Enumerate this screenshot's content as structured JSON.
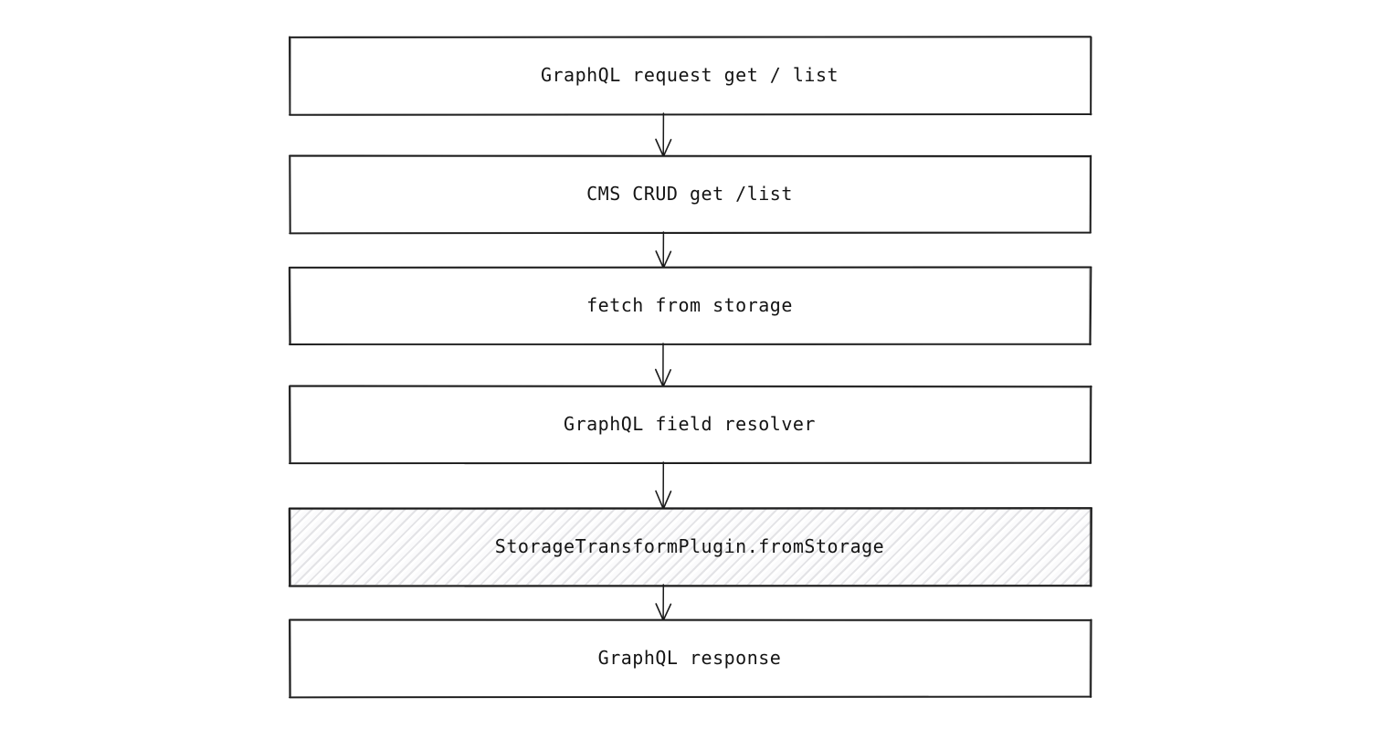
{
  "diagram": {
    "type": "flowchart",
    "direction": "top-down",
    "background_color": "#ffffff",
    "stroke_color": "#1a1a1a",
    "text_color": "#141414",
    "highlight_fill": "diagonal-hatch",
    "highlight_hatch_color": "#e3e3e6",
    "nodes": [
      {
        "id": "n0",
        "label": "GraphQL request get / list",
        "shape": "rectangle",
        "fill": "none"
      },
      {
        "id": "n1",
        "label": "CMS CRUD get /list",
        "shape": "rectangle",
        "fill": "none"
      },
      {
        "id": "n2",
        "label": "fetch from storage",
        "shape": "rectangle",
        "fill": "none"
      },
      {
        "id": "n3",
        "label": "GraphQL field resolver",
        "shape": "rectangle",
        "fill": "none"
      },
      {
        "id": "n4",
        "label": "StorageTransformPlugin.fromStorage",
        "shape": "rectangle",
        "fill": "hatch"
      },
      {
        "id": "n5",
        "label": "GraphQL response",
        "shape": "rectangle",
        "fill": "none"
      }
    ],
    "edges": [
      {
        "from": "n0",
        "to": "n1",
        "arrowhead": "open-v",
        "label": ""
      },
      {
        "from": "n1",
        "to": "n2",
        "arrowhead": "open-v",
        "label": ""
      },
      {
        "from": "n2",
        "to": "n3",
        "arrowhead": "open-v",
        "label": ""
      },
      {
        "from": "n3",
        "to": "n4",
        "arrowhead": "open-v",
        "label": ""
      },
      {
        "from": "n4",
        "to": "n5",
        "arrowhead": "open-v",
        "label": ""
      }
    ]
  }
}
